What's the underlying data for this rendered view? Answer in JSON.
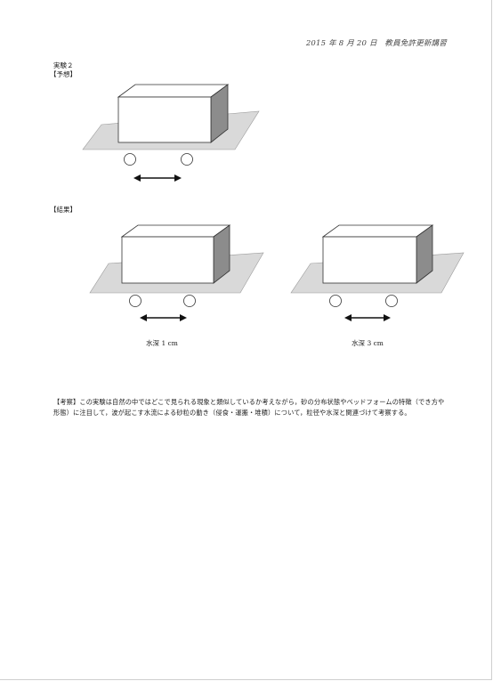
{
  "header": {
    "date_title": "2015 年 8 月 20 日　教員免許更新講習"
  },
  "sections": {
    "experiment_label": "実験２",
    "prediction_label": "【予想】",
    "results_label": "【結果】"
  },
  "results": {
    "left_caption": "水深 1 cm",
    "right_caption": "水深 3 cm"
  },
  "discussion": {
    "text": "【考察】この実験は自然の中ではどこで見られる現象と類似しているか考えながら，砂の分布状態やベッドフォームの特徴（でき方や形態）に注目して，波が起こす水流による砂粒の動き（侵食・運搬・堆積）について，粒径や水深と関連づけて考察する。"
  }
}
